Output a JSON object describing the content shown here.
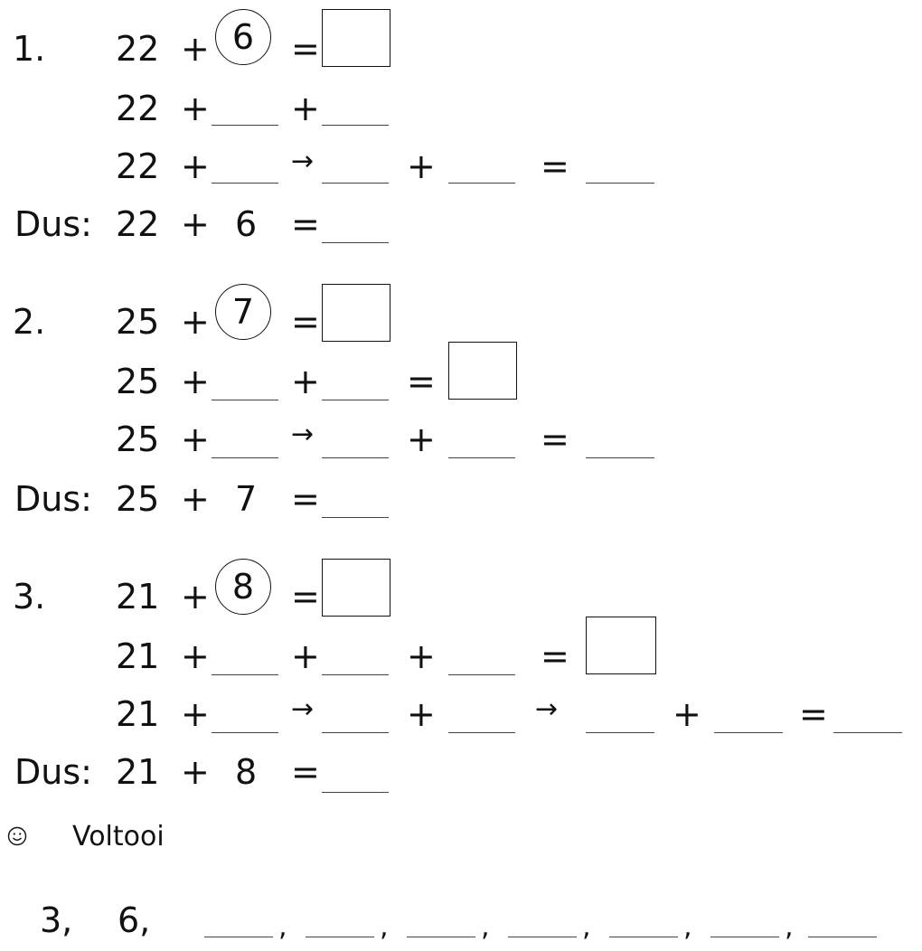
{
  "problems": [
    {
      "number": "1.",
      "base": "22",
      "addend": "6",
      "dus_label": "Dus:"
    },
    {
      "number": "2.",
      "base": "25",
      "addend": "7",
      "dus_label": "Dus:"
    },
    {
      "number": "3.",
      "base": "21",
      "addend": "8",
      "dus_label": "Dus:"
    }
  ],
  "symbols": {
    "plus": "+",
    "equals": "=",
    "arrow": "→"
  },
  "voltooi": {
    "label": "Voltooi",
    "icon": "smiley-icon"
  },
  "sequence": {
    "values": [
      "3,",
      "6,"
    ],
    "comma": ","
  }
}
